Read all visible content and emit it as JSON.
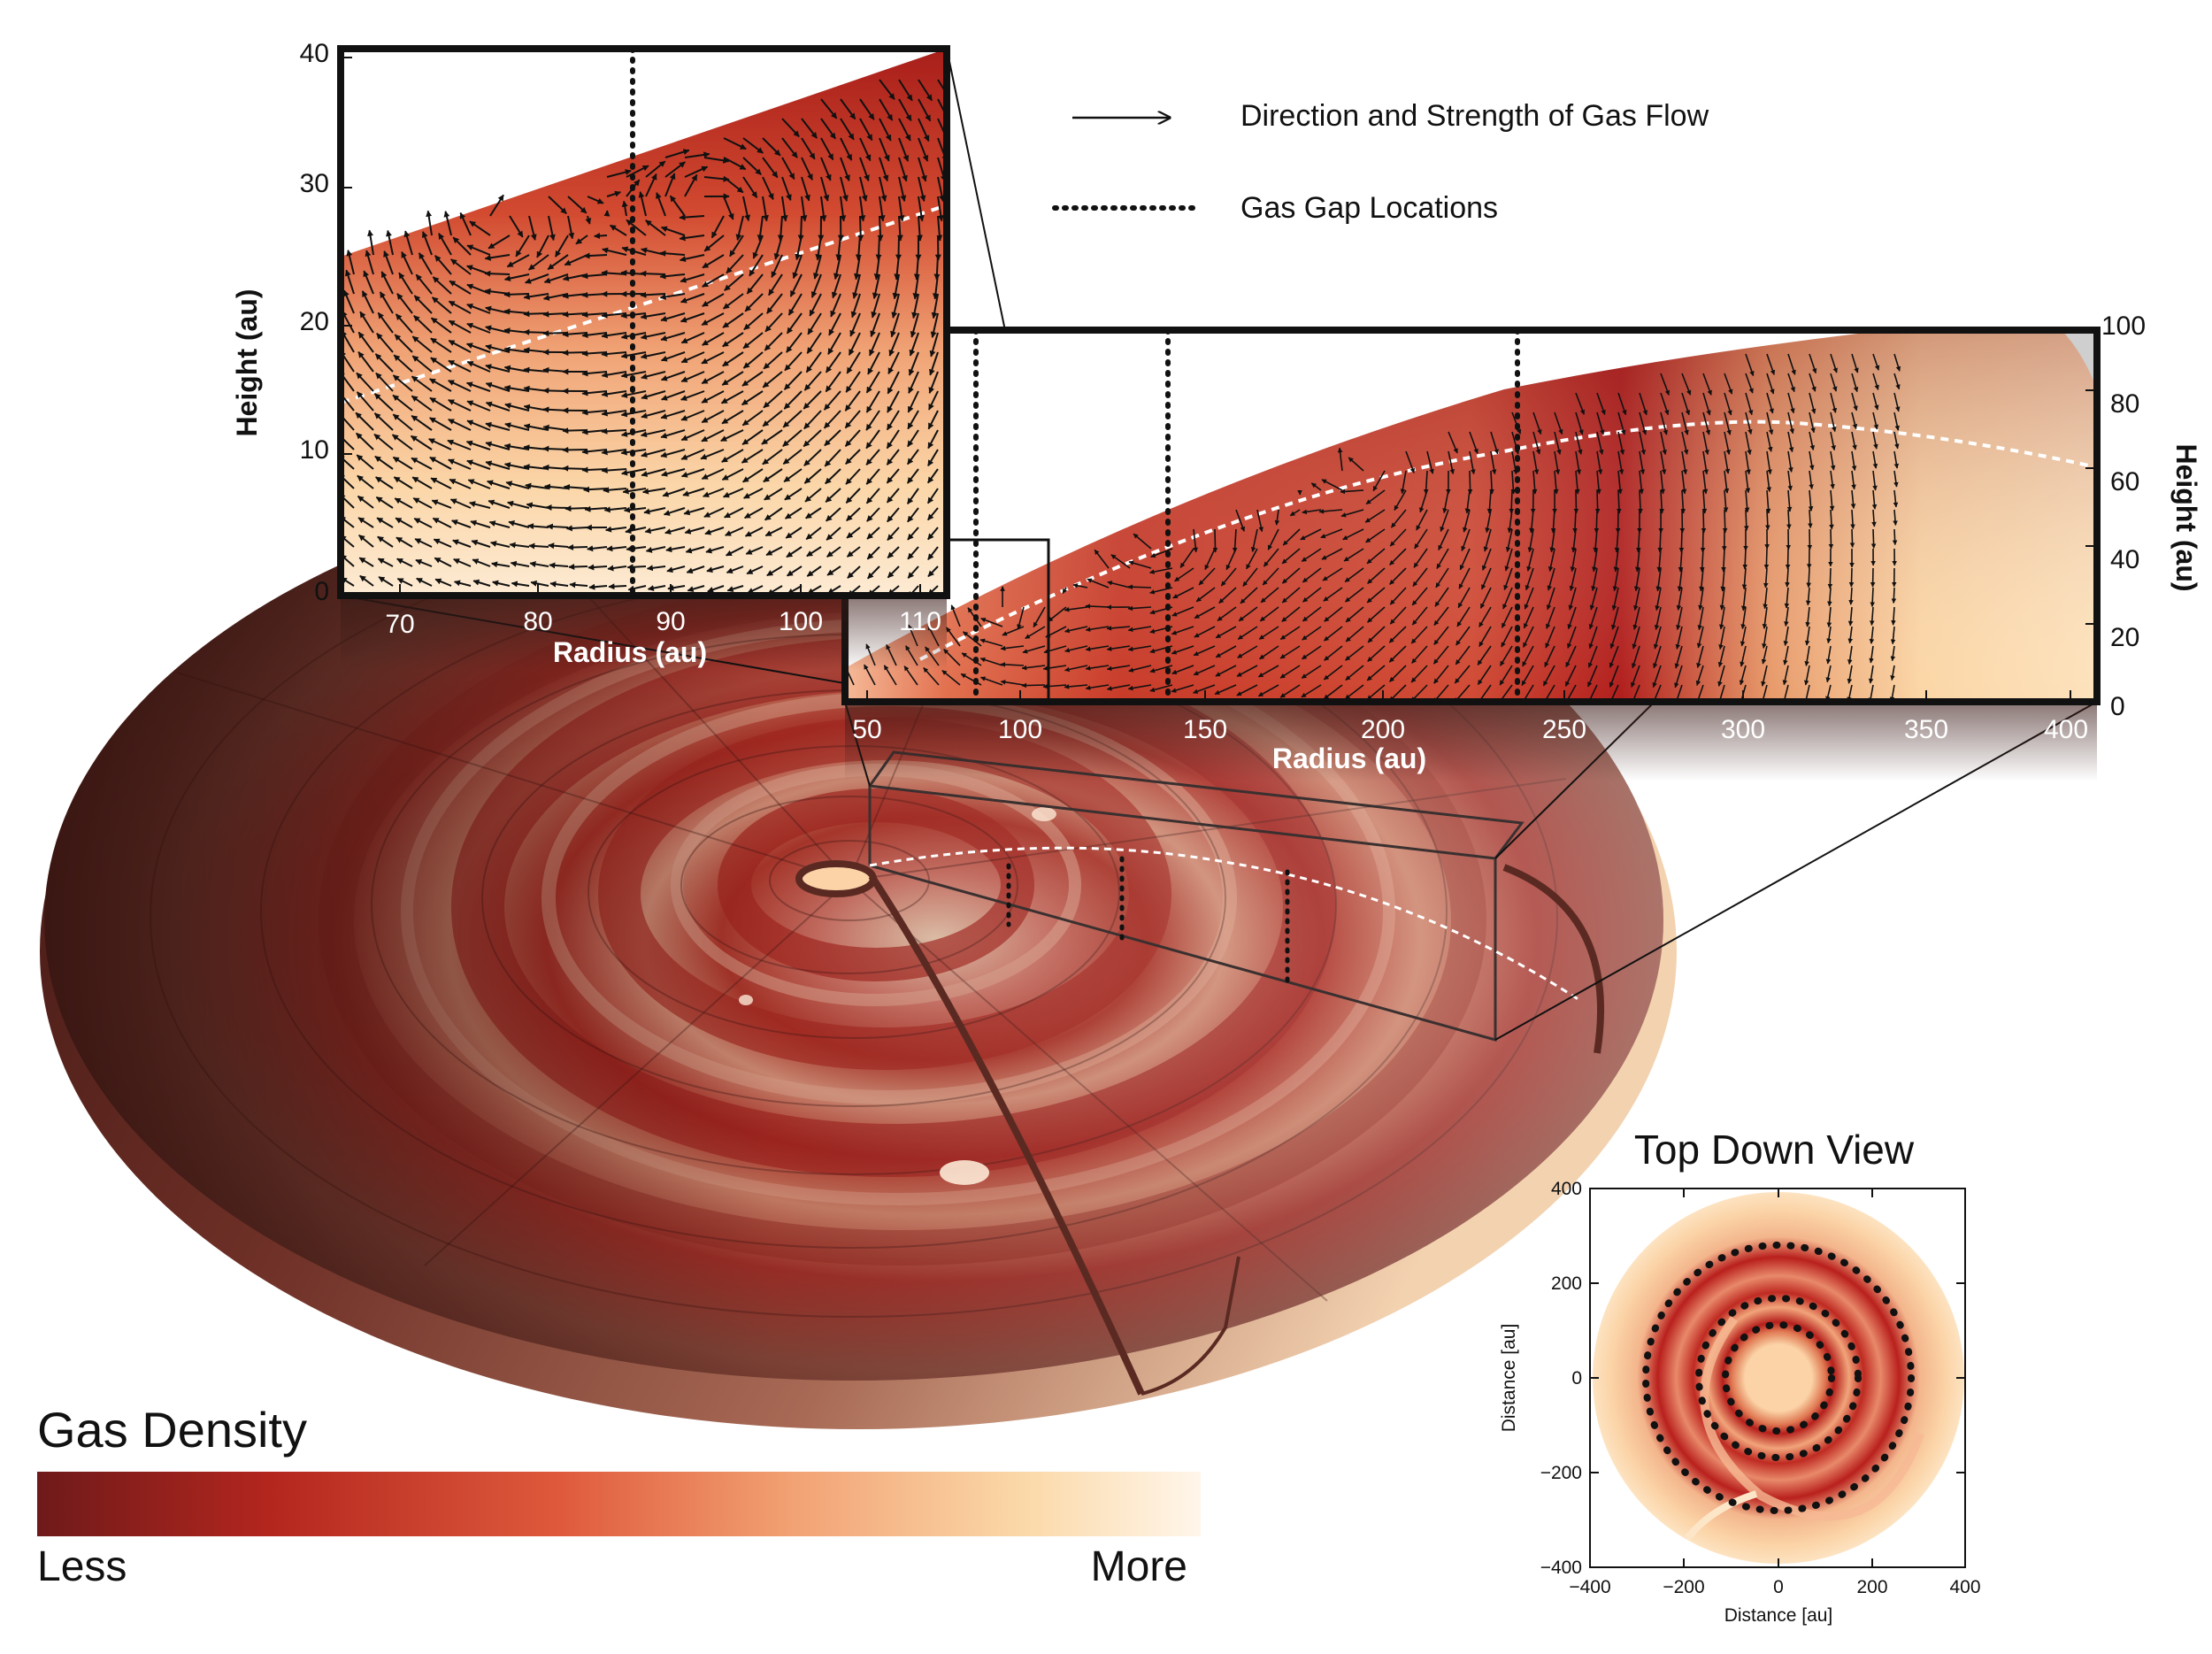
{
  "legend": {
    "flow_label": "Direction and Strength of Gas Flow",
    "gap_label": "Gas Gap Locations"
  },
  "colorbar": {
    "title": "Gas Density",
    "low_label": "Less",
    "high_label": "More",
    "colors": [
      "#6e1a1a",
      "#b3261e",
      "#df5a3c",
      "#f2a274",
      "#fbd9a9",
      "#fff6ea"
    ]
  },
  "inset_zoom": {
    "xlabel": "Radius (au)",
    "ylabel": "Height (au)",
    "xticks": [
      "70",
      "80",
      "90",
      "100",
      "110"
    ],
    "yticks": [
      "0",
      "10",
      "20",
      "30",
      "40"
    ]
  },
  "inset_wide": {
    "xlabel": "Radius (au)",
    "ylabel": "Height (au)",
    "xticks": [
      "50",
      "100",
      "150",
      "200",
      "250",
      "300",
      "350",
      "400"
    ],
    "yticks": [
      "0",
      "20",
      "40",
      "60",
      "80",
      "100"
    ]
  },
  "top_down": {
    "title": "Top Down View",
    "xlabel": "Distance [au]",
    "ylabel": "Distance [au]",
    "xticks": [
      "−400",
      "−200",
      "0",
      "200",
      "400"
    ],
    "yticks": [
      "400",
      "200",
      "0",
      "−200",
      "−400"
    ]
  },
  "gap_locations_au": [
    87,
    140,
    237
  ],
  "colors": {
    "dark_red": "#6e1a1a",
    "red": "#b3261e",
    "peach": "#fbd9a9",
    "disk_brown": "#5a2a22"
  }
}
